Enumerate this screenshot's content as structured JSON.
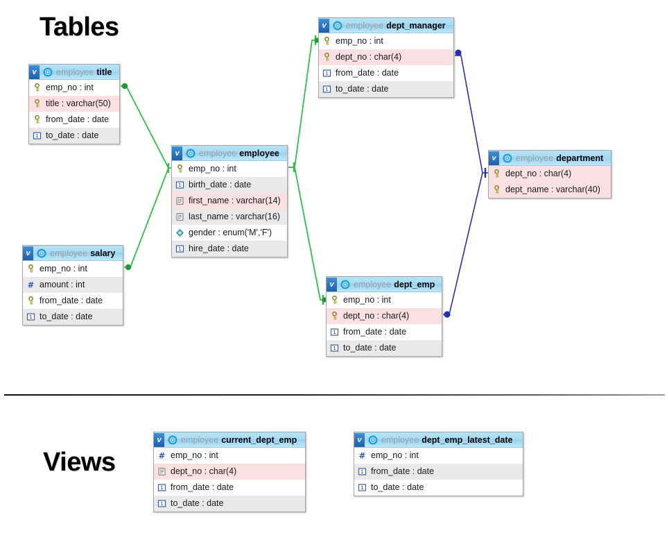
{
  "sections": {
    "tables_title": "Tables",
    "views_title": "Views"
  },
  "colors": {
    "header_gradient_top": "#b8e2f6",
    "header_gradient_bottom": "#96d2ef",
    "badge_blue": "#1f5fa8",
    "gear_cyan": "#1e9fd8",
    "row_highlight_pink": "#fbe0e3",
    "row_alt_gray": "#e9e9e9",
    "relation_green": "#2fc04a",
    "relation_blue": "#2430b4",
    "border_gray": "#a6a6a6",
    "schema_text": "#9aa0a4",
    "divider": "#111111"
  },
  "entities": [
    {
      "id": "title",
      "schema": "employee",
      "name": "title",
      "group": "tables",
      "badge": "v",
      "columns": [
        {
          "icon": "key-icon",
          "label": "emp_no : int",
          "highlight": "white"
        },
        {
          "icon": "key-icon",
          "label": "title : varchar(50)",
          "highlight": "pink"
        },
        {
          "icon": "key-icon",
          "label": "from_date : date",
          "highlight": "white"
        },
        {
          "icon": "date-icon",
          "label": "to_date : date",
          "highlight": "gray"
        }
      ]
    },
    {
      "id": "salary",
      "schema": "employee",
      "name": "salary",
      "group": "tables",
      "badge": "v",
      "columns": [
        {
          "icon": "key-icon",
          "label": "emp_no : int",
          "highlight": "white"
        },
        {
          "icon": "number-icon",
          "label": "amount : int",
          "highlight": "gray"
        },
        {
          "icon": "key-icon",
          "label": "from_date : date",
          "highlight": "white"
        },
        {
          "icon": "date-icon",
          "label": "to_date : date",
          "highlight": "gray"
        }
      ]
    },
    {
      "id": "employee",
      "schema": "employee",
      "name": "employee",
      "group": "tables",
      "badge": "v",
      "columns": [
        {
          "icon": "key-icon",
          "label": "emp_no : int",
          "highlight": "white"
        },
        {
          "icon": "date-icon",
          "label": "birth_date : date",
          "highlight": "gray"
        },
        {
          "icon": "text-icon",
          "label": "first_name : varchar(14)",
          "highlight": "pink"
        },
        {
          "icon": "text-icon",
          "label": "last_name : varchar(16)",
          "highlight": "gray"
        },
        {
          "icon": "enum-icon",
          "label": "gender : enum('M','F')",
          "highlight": "white"
        },
        {
          "icon": "date-icon",
          "label": "hire_date : date",
          "highlight": "gray"
        }
      ]
    },
    {
      "id": "dept_manager",
      "schema": "employee",
      "name": "dept_manager",
      "group": "tables",
      "badge": "v",
      "columns": [
        {
          "icon": "key-icon",
          "label": "emp_no : int",
          "highlight": "white"
        },
        {
          "icon": "key-icon",
          "label": "dept_no : char(4)",
          "highlight": "pink"
        },
        {
          "icon": "date-icon",
          "label": "from_date : date",
          "highlight": "white"
        },
        {
          "icon": "date-icon",
          "label": "to_date : date",
          "highlight": "gray"
        }
      ]
    },
    {
      "id": "dept_emp",
      "schema": "employee",
      "name": "dept_emp",
      "group": "tables",
      "badge": "v",
      "columns": [
        {
          "icon": "key-icon",
          "label": "emp_no : int",
          "highlight": "white"
        },
        {
          "icon": "key-icon",
          "label": "dept_no : char(4)",
          "highlight": "pink"
        },
        {
          "icon": "date-icon",
          "label": "from_date : date",
          "highlight": "white"
        },
        {
          "icon": "date-icon",
          "label": "to_date : date",
          "highlight": "gray"
        }
      ]
    },
    {
      "id": "department",
      "schema": "employee",
      "name": "department",
      "group": "tables",
      "badge": "v",
      "columns": [
        {
          "icon": "key-icon",
          "label": "dept_no : char(4)",
          "highlight": "pink"
        },
        {
          "icon": "key-icon",
          "label": "dept_name : varchar(40)",
          "highlight": "pink"
        }
      ]
    },
    {
      "id": "current_dept_emp",
      "schema": "employee",
      "name": "current_dept_emp",
      "group": "views",
      "badge": "v",
      "columns": [
        {
          "icon": "number-icon",
          "label": "emp_no : int",
          "highlight": "white"
        },
        {
          "icon": "text-icon",
          "label": "dept_no : char(4)",
          "highlight": "pink"
        },
        {
          "icon": "date-icon",
          "label": "from_date : date",
          "highlight": "white"
        },
        {
          "icon": "date-icon",
          "label": "to_date : date",
          "highlight": "gray"
        }
      ]
    },
    {
      "id": "dept_emp_latest_date",
      "schema": "employee",
      "name": "dept_emp_latest_date",
      "group": "views",
      "badge": "v",
      "columns": [
        {
          "icon": "number-icon",
          "label": "emp_no : int",
          "highlight": "white"
        },
        {
          "icon": "date-icon",
          "label": "from_date : date",
          "highlight": "gray"
        },
        {
          "icon": "date-icon",
          "label": "to_date : date",
          "highlight": "white"
        }
      ]
    }
  ],
  "relationships": [
    {
      "from": "title.emp_no",
      "to": "employee.emp_no",
      "color": "#2fc04a"
    },
    {
      "from": "salary.emp_no",
      "to": "employee.emp_no",
      "color": "#2fc04a"
    },
    {
      "from": "employee.emp_no",
      "to": "dept_manager.emp_no",
      "color": "#2fc04a"
    },
    {
      "from": "employee.emp_no",
      "to": "dept_emp.emp_no",
      "color": "#2fc04a"
    },
    {
      "from": "dept_manager.dept_no",
      "to": "department.dept_no",
      "color": "#2430b4"
    },
    {
      "from": "dept_emp.dept_no",
      "to": "department.dept_no",
      "color": "#2430b4"
    }
  ]
}
